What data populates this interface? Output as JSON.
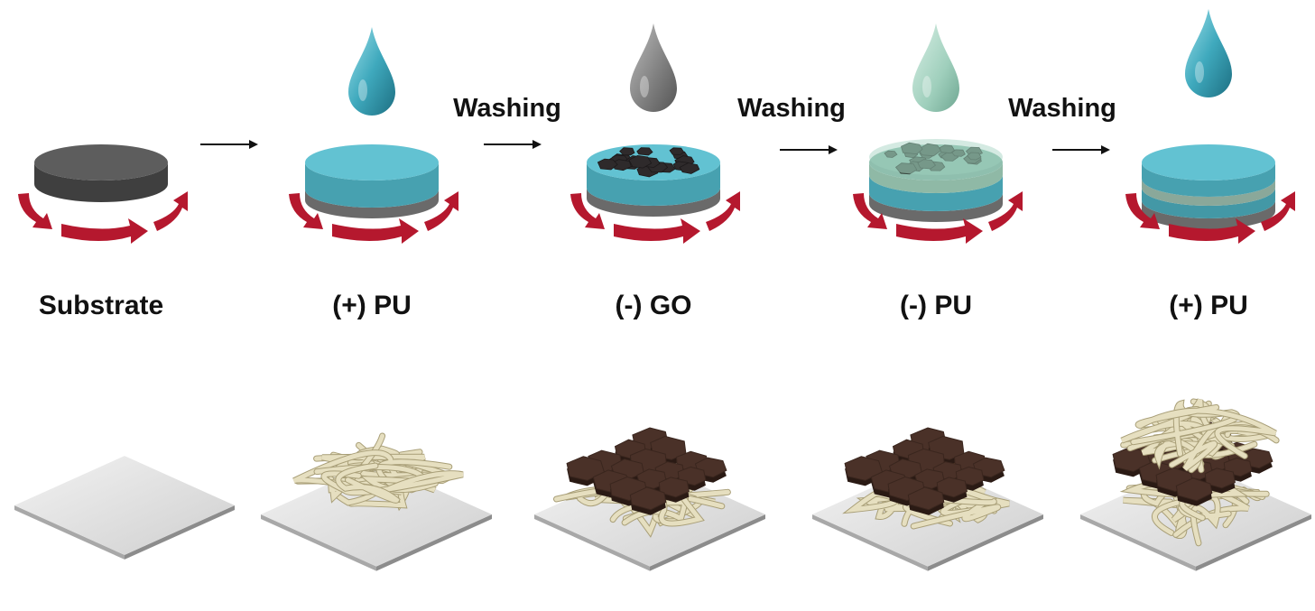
{
  "steps": [
    {
      "label": "Substrate"
    },
    {
      "label": "(+) PU"
    },
    {
      "label": "(-) GO"
    },
    {
      "label": "(-) PU"
    },
    {
      "label": "(+) PU"
    }
  ],
  "transitions": [
    {
      "label": ""
    },
    {
      "label": "Washing"
    },
    {
      "label": "Washing"
    },
    {
      "label": "Washing"
    }
  ],
  "colors": {
    "pu_positive": "#4fb3c3",
    "go": "#8a8a8a",
    "pu_negative": "#a9d3c2",
    "substrate": "#6e6e6e",
    "rotation_arrow": "#b5182e",
    "polymer_strand": "#e6dfc0",
    "go_flake": "#4a3128",
    "crosslink": "#e59a3f"
  }
}
